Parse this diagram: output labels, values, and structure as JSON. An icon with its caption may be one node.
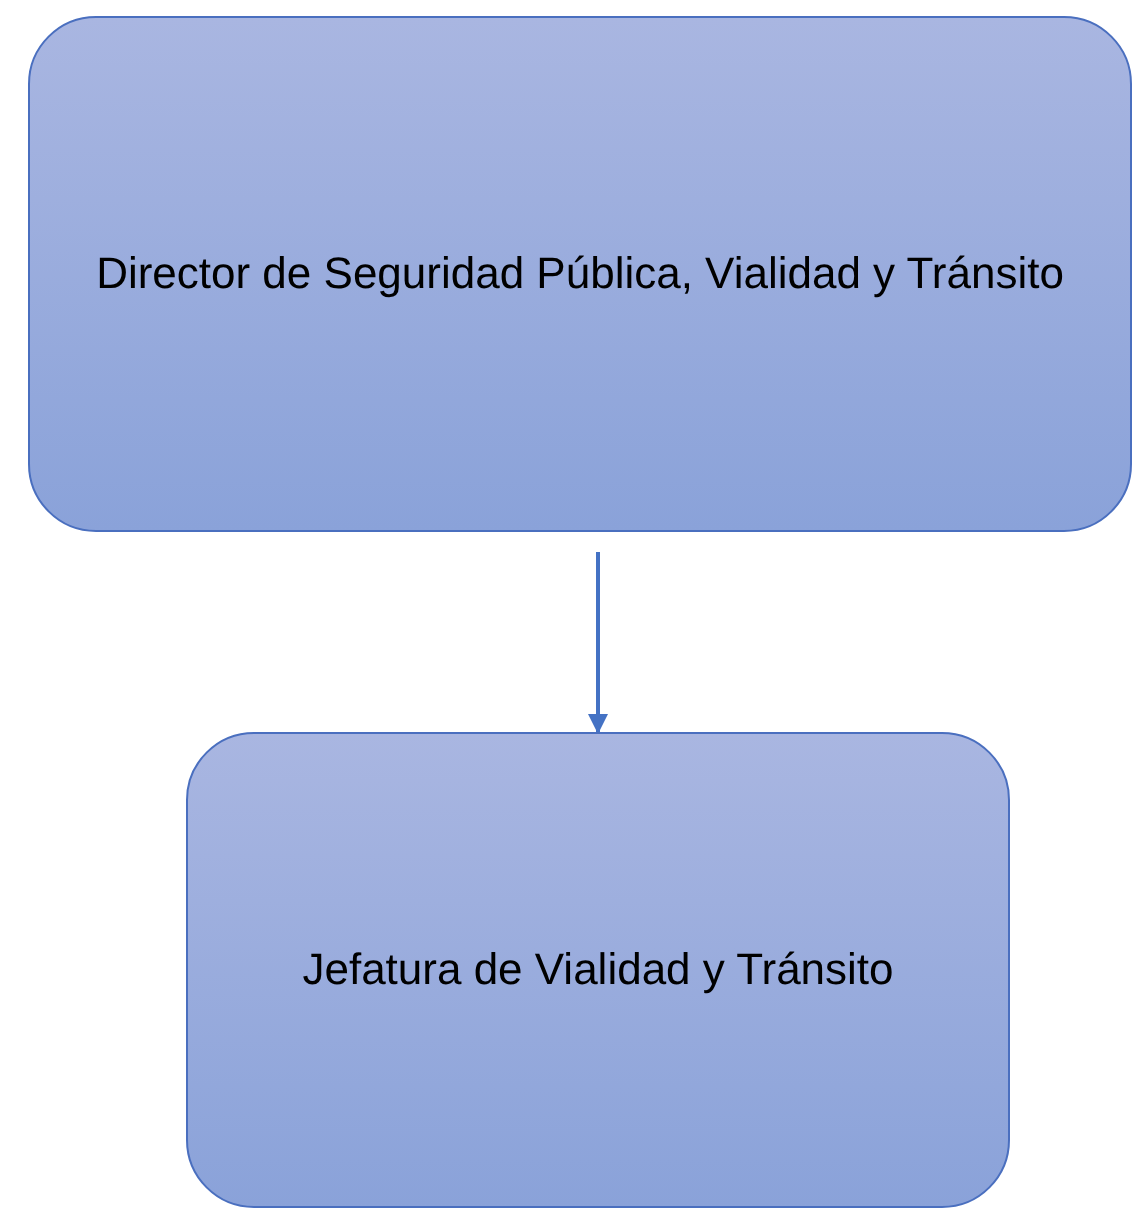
{
  "diagram": {
    "nodes": [
      {
        "text": [
          "Director de Seguridad Pública, Vialidad y Tránsito"
        ]
      },
      {
        "text": [
          "Jefatura de Vialidad y Tránsito"
        ]
      }
    ],
    "edges": [
      {
        "from": 0,
        "to": 1,
        "arrow": "to"
      }
    ]
  }
}
